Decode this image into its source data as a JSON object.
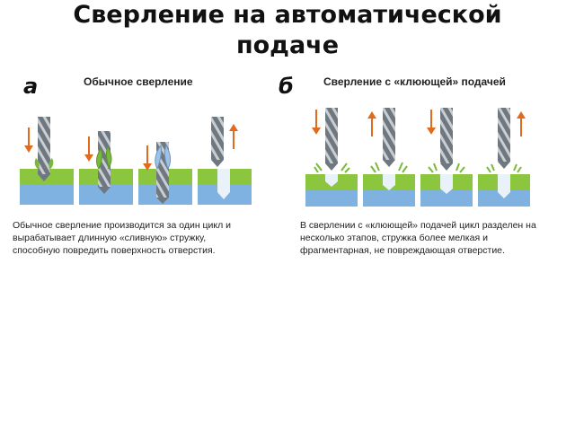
{
  "title_line1": "Сверление на автоматической",
  "title_line2": "подаче",
  "panel_a": {
    "letter": "а",
    "heading": "Обычное сверление",
    "caption": [
      "Обычное сверление производится за один цикл и",
      "вырабатывает длинную «сливную» стружку,",
      "способную повредить поверхность отверстия."
    ]
  },
  "panel_b": {
    "letter": "б",
    "heading": "Сверление с «клюющей» подачей",
    "caption": [
      "В сверлении с «клюющей» подачей цикл разделен на",
      "несколько этапов, стружка более мелкая и",
      "фрагментарная, не повреждающая отверстие."
    ]
  },
  "colors": {
    "top_layer": "#8cc63f",
    "bottom_layer": "#7fb2e0",
    "arrow": "#e06a1e",
    "drill": "#6f7880",
    "hole": "#e8f2f8"
  }
}
